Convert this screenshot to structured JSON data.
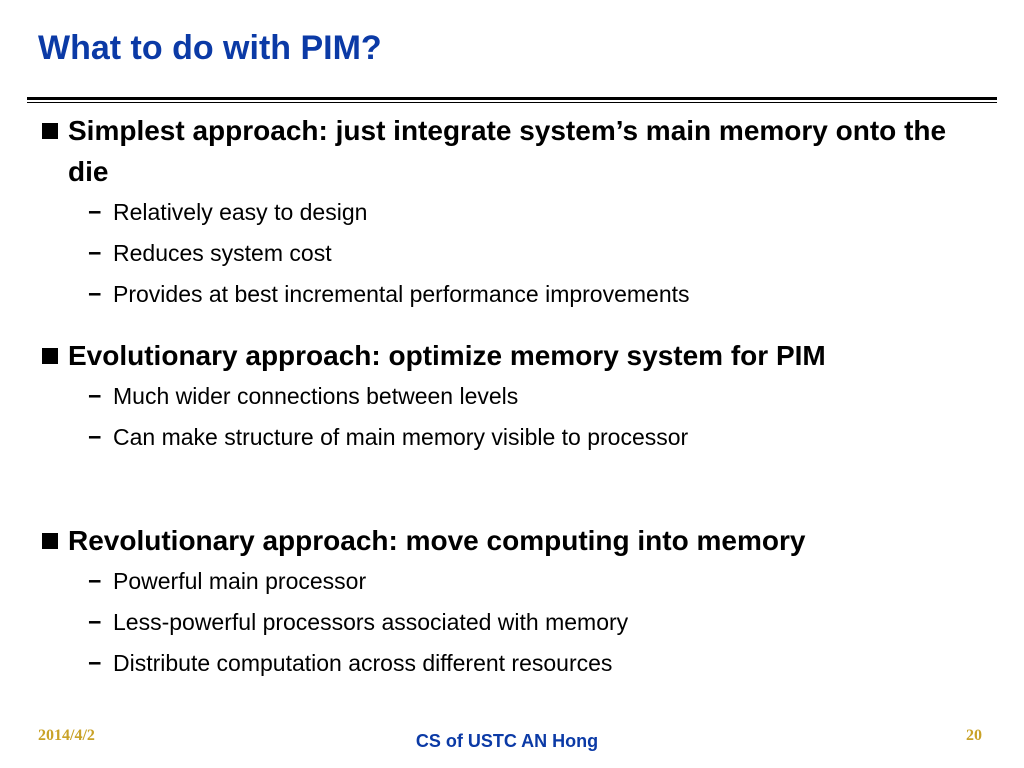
{
  "slide": {
    "title": "What to do with PIM?",
    "bullets": [
      {
        "text": "Simplest approach: just integrate system’s main memory onto the die",
        "subitems": [
          "Relatively easy to design",
          "Reduces system cost",
          "Provides at best incremental performance improvements"
        ]
      },
      {
        "text": "Evolutionary approach: optimize memory system for PIM",
        "subitems": [
          "Much wider connections between levels",
          "Can make structure of main memory visible to processor"
        ]
      },
      {
        "text": "Revolutionary approach: move computing into memory",
        "subitems": [
          "Powerful main processor",
          "Less-powerful processors associated with memory",
          "Distribute computation across different resources"
        ]
      }
    ]
  },
  "footer": {
    "date": "2014/4/2",
    "center": "CS of USTC AN Hong",
    "page": "20"
  },
  "colors": {
    "title": "#0b3aa6",
    "footer_center": "#0b3aa6",
    "footer_side": "#c9a227"
  },
  "icons": {
    "bullet": "square-bullet-icon",
    "sub_bullet": "dash-icon"
  }
}
